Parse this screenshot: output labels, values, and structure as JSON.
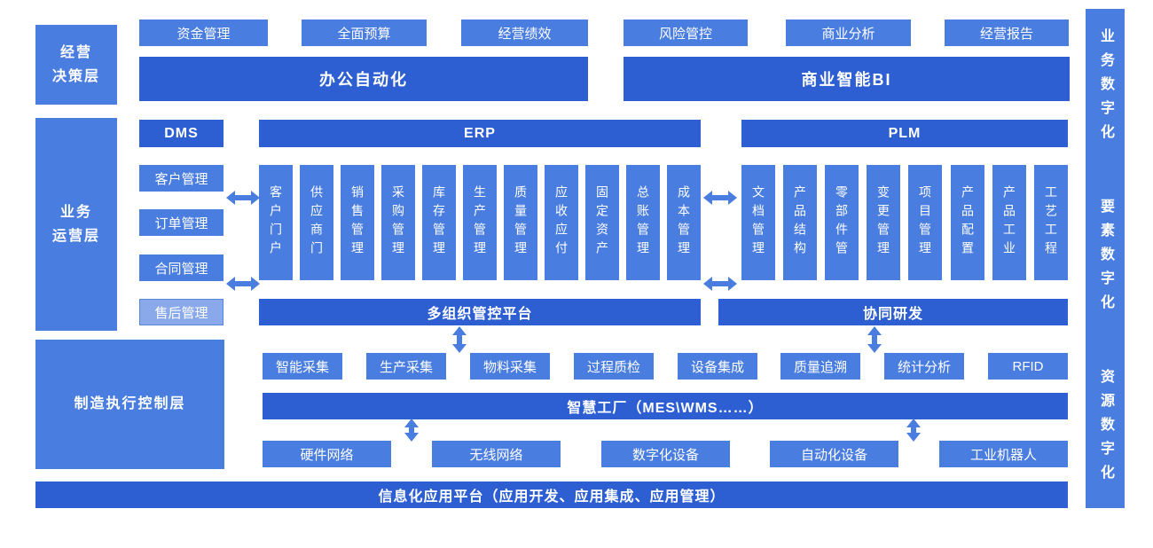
{
  "colors": {
    "bar_dark": "#2d5fd3",
    "box_mid": "#4a7de0",
    "box_light": "#8aa9ea",
    "arrow": "#4a7de0",
    "background": "#ffffff"
  },
  "left_layers": {
    "decision": "经营\n决策层",
    "operation": "业务\n运营层",
    "manufacturing": "制造执行控制层"
  },
  "top_row": [
    "资金管理",
    "全面预算",
    "经营绩效",
    "风险管控",
    "商业分析",
    "经营报告"
  ],
  "oa_bar": "办公自动化",
  "bi_bar": "商业智能BI",
  "dms": {
    "header": "DMS",
    "items": [
      "客户管理",
      "订单管理",
      "合同管理",
      "售后管理"
    ]
  },
  "erp": {
    "header": "ERP",
    "items": [
      "客户门户",
      "供应商门",
      "销售管理",
      "采购管理",
      "库存管理",
      "生产管理",
      "质量管理",
      "应收应付",
      "固定资产",
      "总账管理",
      "成本管理"
    ]
  },
  "plm": {
    "header": "PLM",
    "items": [
      "文档管理",
      "产品结构",
      "零部件管",
      "变更管理",
      "项目管理",
      "产品配置",
      "产品工业",
      "工艺工程"
    ]
  },
  "multi_org_bar": "多组织管控平台",
  "collab_bar": "协同研发",
  "mes_row": [
    "智能采集",
    "生产采集",
    "物料采集",
    "过程质检",
    "设备集成",
    "质量追溯",
    "统计分析",
    "RFID"
  ],
  "factory_bar": "智慧工厂（MES\\WMS……）",
  "device_row": [
    "硬件网络",
    "无线网络",
    "数字化设备",
    "自动化设备",
    "工业机器人"
  ],
  "platform_bar": "信息化应用平台（应用开发、应用集成、应用管理）",
  "right_panel": [
    "业务数字化",
    "要素数字化",
    "资源数字化"
  ]
}
